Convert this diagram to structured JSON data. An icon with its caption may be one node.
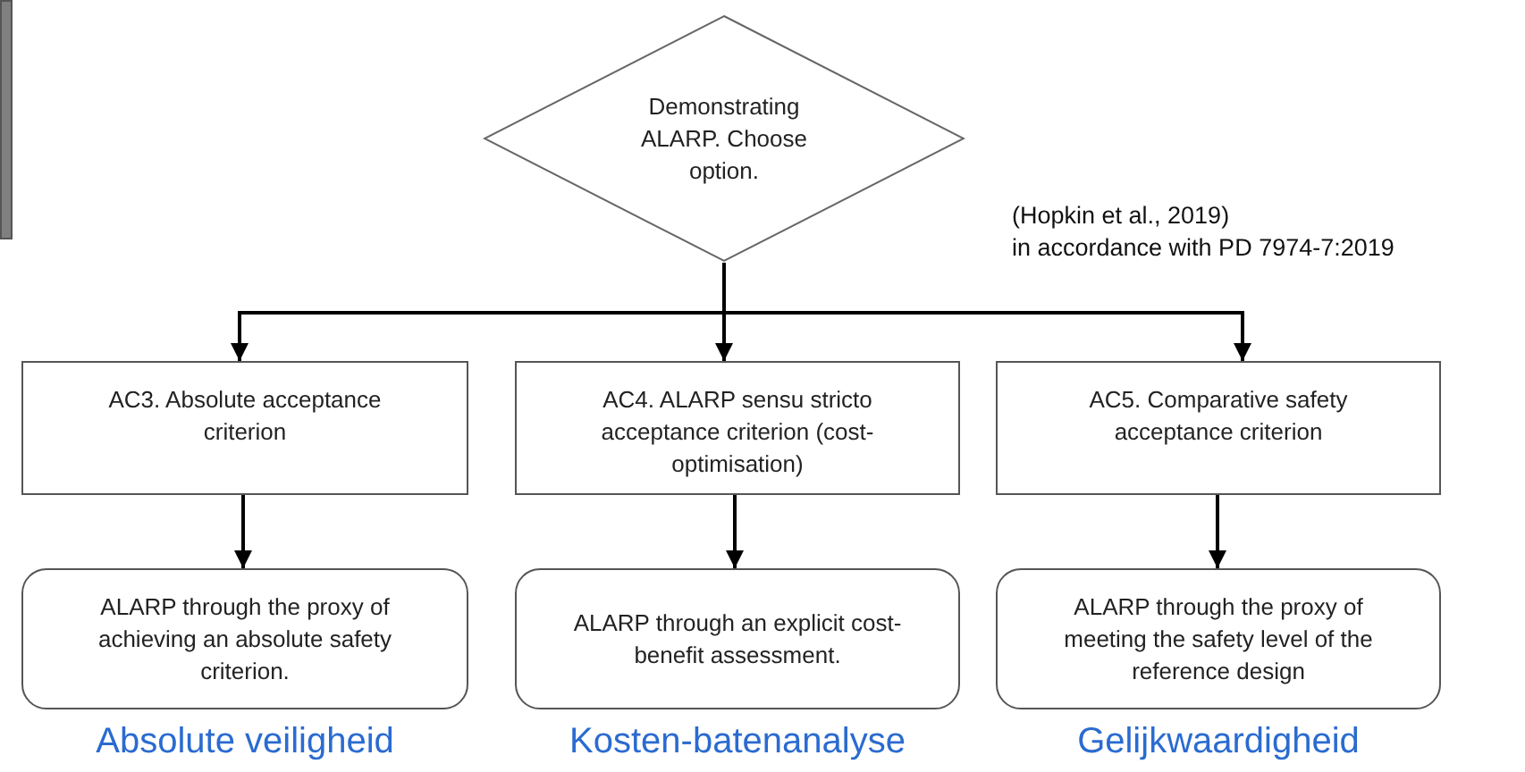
{
  "diagram": {
    "nodes": [
      {
        "text": [
          "Demonstrating ALARP. Choose option."
        ]
      },
      {
        "text": [
          "AC3. Absolute acceptance criterion"
        ]
      },
      {
        "text": [
          "AC4. ALARP sensu stricto acceptance criterion (cost-optimisation)"
        ]
      },
      {
        "text": [
          "AC5. Comparative safety acceptance criterion"
        ]
      },
      {
        "text": [
          "ALARP through the proxy of achieving an absolute safety criterion."
        ],
        "beside": [
          "Absolute veiligheid"
        ]
      },
      {
        "text": [
          "ALARP through an explicit cost-benefit assessment."
        ],
        "beside": [
          "Kosten-batenanalyse"
        ]
      },
      {
        "text": [
          "ALARP through the proxy of meeting the safety level of the reference design"
        ],
        "beside": [
          "Gelijkwaardigheid"
        ]
      }
    ],
    "edges": [
      {
        "from": 0,
        "to": 1,
        "arrow": "to"
      },
      {
        "from": 0,
        "to": 2,
        "arrow": "to"
      },
      {
        "from": 0,
        "to": 3,
        "arrow": "to"
      },
      {
        "from": 1,
        "to": 4,
        "arrow": "to"
      },
      {
        "from": 2,
        "to": 5,
        "arrow": "to"
      },
      {
        "from": 3,
        "to": 6,
        "arrow": "to"
      }
    ],
    "labels": [
      "(Hopkin et al., 2019)",
      "in accordance with PD 7974-7:2019"
    ]
  }
}
